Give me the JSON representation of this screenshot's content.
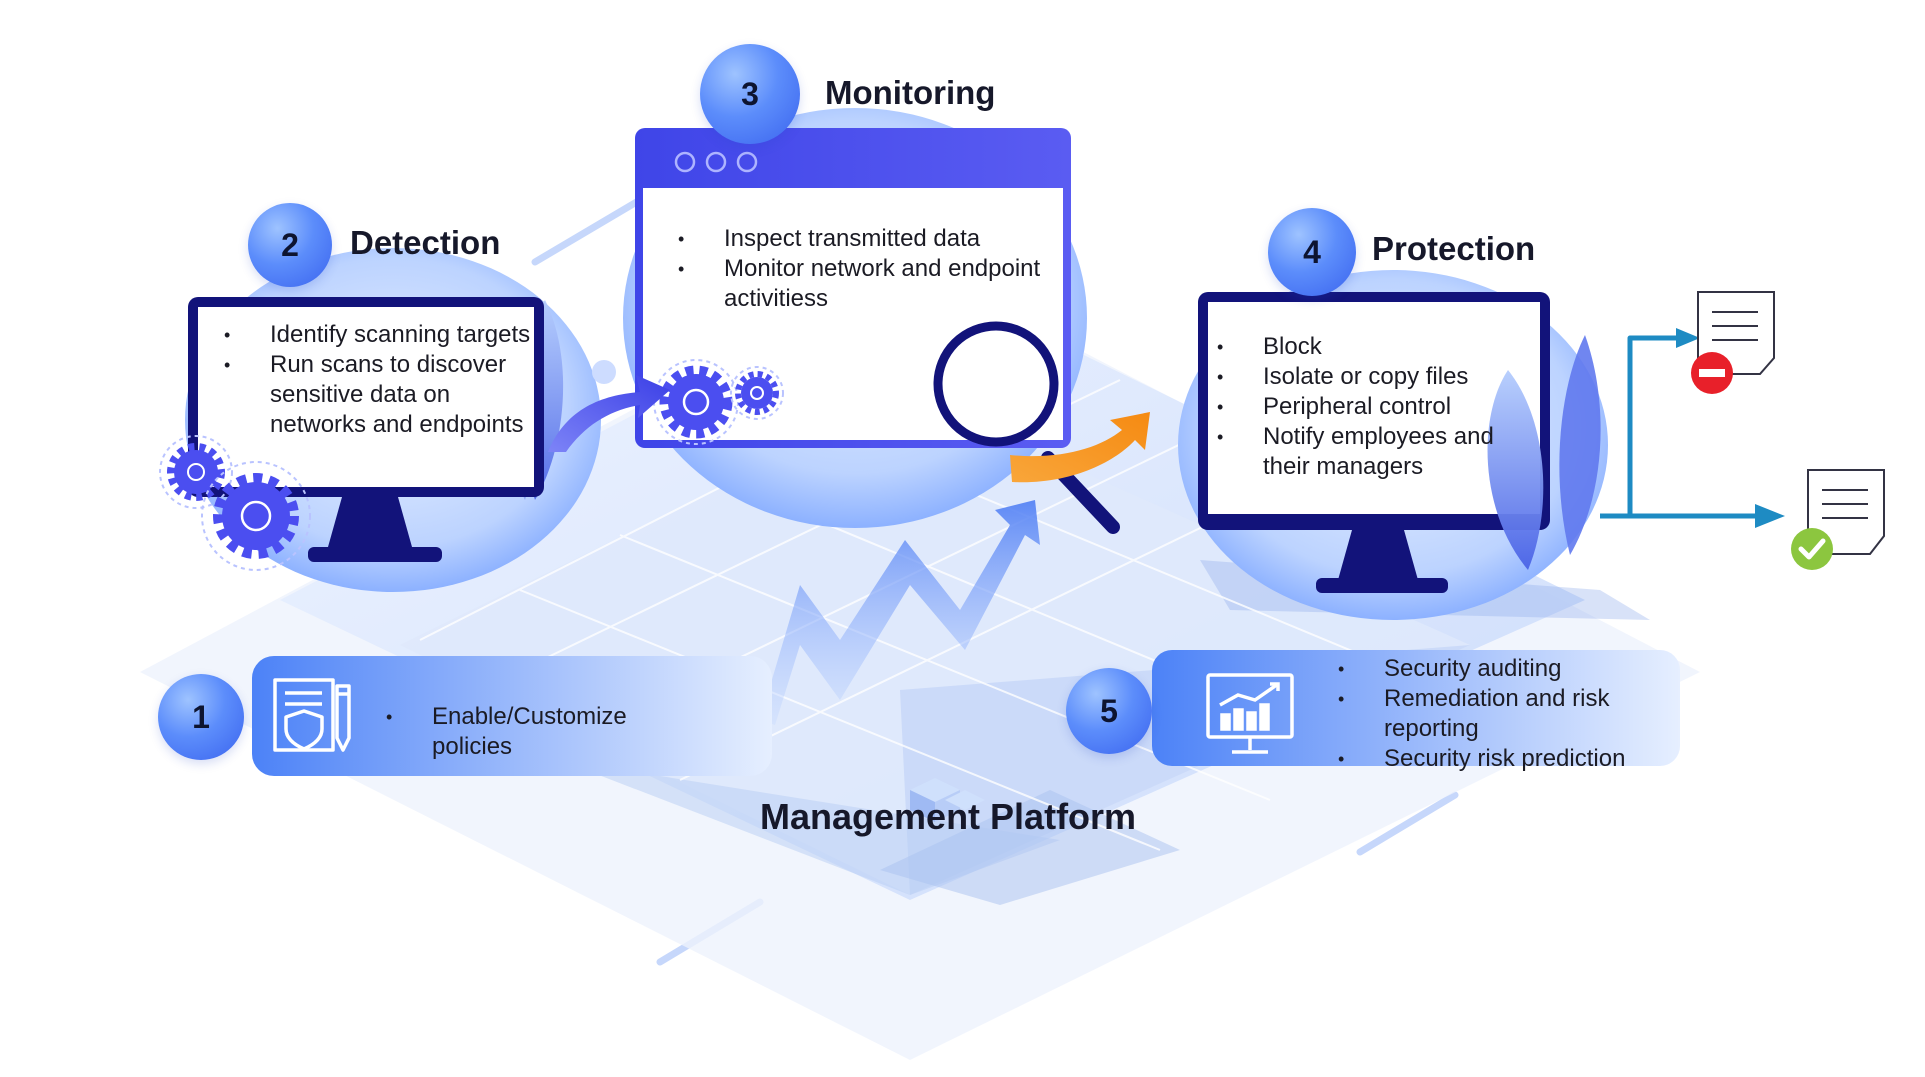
{
  "steps": {
    "s1": {
      "number": "1",
      "items": [
        "Enable/Customize policies"
      ]
    },
    "s2": {
      "number": "2",
      "title": "Detection",
      "items": [
        "Identify scanning targets",
        "Run scans to discover sensitive data on networks and endpoints"
      ]
    },
    "s3": {
      "number": "3",
      "title": "Monitoring",
      "items": [
        "Inspect transmitted data",
        "Monitor network and endpoint activitiess"
      ]
    },
    "s4": {
      "number": "4",
      "title": "Protection",
      "items": [
        "Block",
        "Isolate or copy files",
        "Peripheral control",
        "Notify employees and their managers"
      ]
    },
    "s5": {
      "number": "5",
      "items": [
        "Security auditing",
        "Remediation and risk reporting",
        "Security risk prediction"
      ]
    }
  },
  "platform": {
    "title": "Management Platform"
  },
  "icons": {
    "policy": "policy-document-pencil-icon",
    "report": "monitor-chart-icon",
    "gear": "gear-icon",
    "magnifier": "magnifier-icon",
    "blocked": "blocked-document-icon",
    "approved": "approved-document-icon"
  },
  "colors": {
    "accent": "#4b4ef0",
    "badge": "#5c8dfb",
    "orange_arrow": "#f7931e",
    "flow_line": "#1e8bc3",
    "block_red": "#e8202a",
    "ok_green": "#8cc63f"
  }
}
